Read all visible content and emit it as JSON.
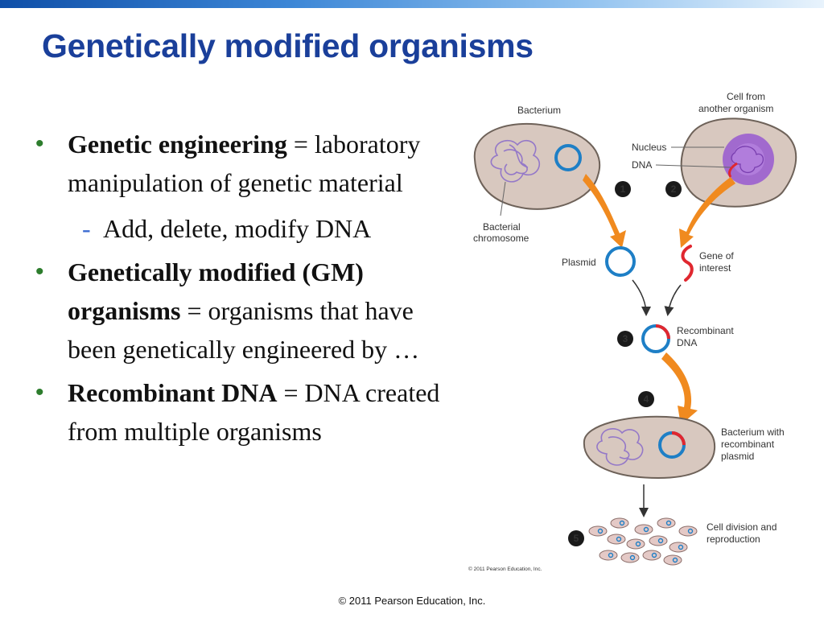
{
  "slide": {
    "title": "Genetically modified organisms",
    "footer": "© 2011 Pearson Education, Inc."
  },
  "bullets": [
    {
      "term": "Genetic engineering",
      "eq": " = ",
      "text": "laboratory manipulation of genetic material",
      "sub": [
        {
          "dash": "-",
          "text": "Add, delete, modify DNA"
        }
      ]
    },
    {
      "term": "Genetically modified (GM) organisms",
      "eq": " = ",
      "text": "organisms that have been genetically engineered by …"
    },
    {
      "term": "Recombinant DNA",
      "eq": " = ",
      "text": "DNA created from multiple organisms"
    }
  ],
  "figure": {
    "labels": {
      "bacterium": "Bacterium",
      "cell_from": "Cell from",
      "another_organism": "another organism",
      "nucleus": "Nucleus",
      "dna": "DNA",
      "bacterial": "Bacterial",
      "chromosome": "chromosome",
      "plasmid": "Plasmid",
      "gene_of": "Gene of",
      "interest": "interest",
      "recombinant": "Recombinant",
      "recombinant_dna": "DNA",
      "bact_with": "Bacterium with",
      "recombinant2": "recombinant",
      "plasmid2": "plasmid",
      "cell_division": "Cell division and",
      "reproduction": "reproduction",
      "credit": "© 2011 Pearson Education, Inc."
    },
    "steps": [
      "1",
      "2",
      "3",
      "4",
      "5"
    ],
    "colors": {
      "cell_fill": "#d8c8bf",
      "cell_stroke": "#6e6259",
      "chromosome": "#9478c8",
      "plasmid_blue": "#1e7fc6",
      "gene_red": "#e0272f",
      "nucleus": "#9b5fcf",
      "arrow_orange": "#f08a1f"
    }
  }
}
